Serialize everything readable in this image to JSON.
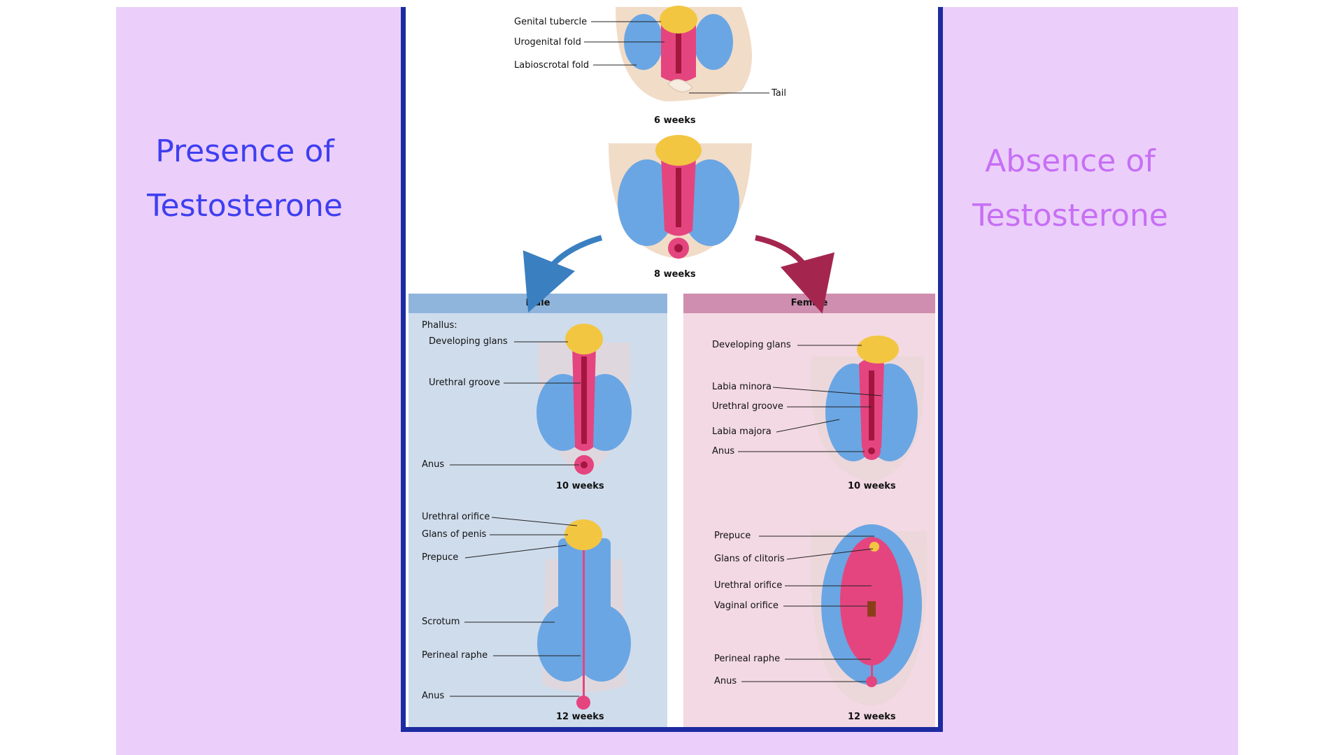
{
  "left_text": {
    "line1": "Presence of",
    "line2": "Testosterone"
  },
  "right_text": {
    "line1": "Absence of",
    "line2": "Testosterone"
  },
  "top_stage": {
    "labels": [
      "Genital tubercle",
      "Urogenital fold",
      "Labioscrotal fold",
      "Tail"
    ],
    "caption": "6 weeks"
  },
  "mid_stage": {
    "caption": "8 weeks"
  },
  "male": {
    "header": "Male",
    "phallus": "Phallus:",
    "labels_10": [
      "Developing glans",
      "Urethral groove",
      "Anus"
    ],
    "caption_10": "10 weeks",
    "labels_12": [
      "Urethral orifice",
      "Glans of penis",
      "Prepuce",
      "Scrotum",
      "Perineal raphe",
      "Anus"
    ],
    "caption_12": "12 weeks"
  },
  "female": {
    "header": "Female",
    "labels_10": [
      "Developing glans",
      "Labia minora",
      "Urethral groove",
      "Labia majora",
      "Anus"
    ],
    "caption_10": "10 weeks",
    "labels_12": [
      "Prepuce",
      "Glans of clitoris",
      "Urethral orifice",
      "Vaginal orifice",
      "Perineal raphe",
      "Anus"
    ],
    "caption_12": "12 weeks"
  },
  "colors": {
    "background": "#ebcffa",
    "left_text": "#3f3ff0",
    "right_text": "#c76ff5",
    "frame": "#1d2ba0",
    "blue_tissue": "#6aa6e3",
    "pink_tissue": "#e4457f",
    "glans": "#f3c642"
  }
}
